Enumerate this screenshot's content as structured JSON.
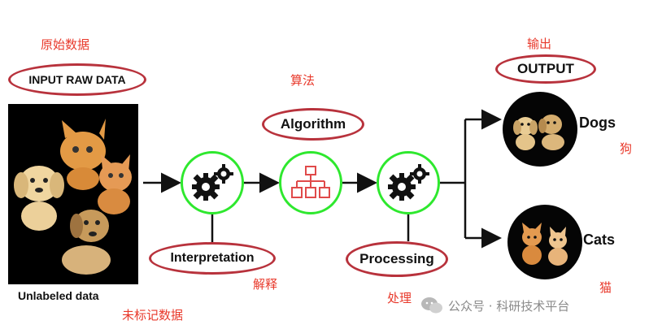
{
  "annotations": {
    "input_cn": "原始数据",
    "algorithm_cn": "算法",
    "output_cn": "输出",
    "dogs_cn": "狗",
    "cats_cn": "猫",
    "interpretation_cn": "解释",
    "processing_cn": "处理",
    "unlabeled_cn": "未标记数据"
  },
  "labels": {
    "input": "INPUT RAW DATA",
    "algorithm": "Algorithm",
    "output": "OUTPUT",
    "interpretation": "Interpretation",
    "processing": "Processing",
    "unlabeled": "Unlabeled data",
    "dogs": "Dogs",
    "cats": "Cats"
  },
  "watermark": "公众号 · 科研技术平台",
  "colors": {
    "annotation": "#e8392b",
    "pill_border": "#b8323c",
    "node_border": "#2ee82e",
    "icon_red": "#e04a4a"
  }
}
